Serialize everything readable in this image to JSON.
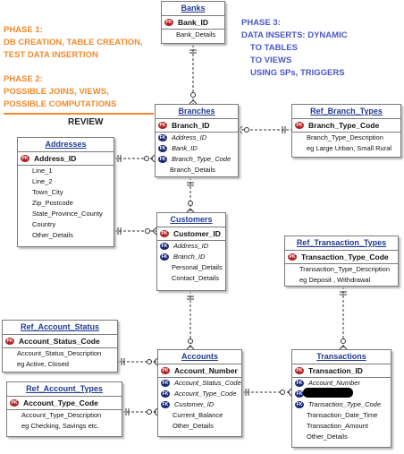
{
  "phase1": {
    "lines": [
      "PHASE 1:",
      "DB CREATION, TABLE CREATION,",
      "TEST DATA INSERTION"
    ],
    "color": "#f28a2c"
  },
  "phase2": {
    "lines": [
      "PHASE 2:",
      "POSSIBLE JOINS, VIEWS,",
      "POSSIBLE COMPUTATIONS"
    ],
    "color": "#f28a2c"
  },
  "phase3": {
    "lines": [
      "PHASE 3:",
      "DATA INSERTS: DYNAMIC",
      "TO TABLES",
      "TO VIEWS",
      "USING SPs, TRIGGERS"
    ],
    "color": "#4a57c7"
  },
  "review_label": "REVIEW",
  "badges": {
    "pk": "PK",
    "fk": "FK"
  },
  "colors": {
    "pk_badge": "#b22323",
    "fk_badge": "#1b2a7a",
    "title_text": "#1f3a93"
  },
  "entities": {
    "banks": {
      "title": "Banks",
      "key": [
        {
          "name": "Bank_ID",
          "badge": "pk"
        }
      ],
      "attrs": [
        {
          "name": "Bank_Details"
        }
      ]
    },
    "branches": {
      "title": "Branches",
      "key": [
        {
          "name": "Branch_ID",
          "badge": "pk"
        }
      ],
      "attrs": [
        {
          "name": "Address_ID",
          "badge": "fk",
          "italic": true
        },
        {
          "name": "Bank_ID",
          "badge": "fk",
          "italic": true
        },
        {
          "name": "Branch_Type_Code",
          "badge": "fk",
          "italic": true
        },
        {
          "name": "Branch_Details"
        }
      ]
    },
    "ref_branch_types": {
      "title": "Ref_Branch_Types",
      "key": [
        {
          "name": "Branch_Type_Code",
          "badge": "pk"
        }
      ],
      "attrs": [
        {
          "name": "Branch_Type_Description"
        },
        {
          "name": "eg Large Urban, Small Rural"
        }
      ]
    },
    "addresses": {
      "title": "Addresses",
      "key": [
        {
          "name": "Address_ID",
          "badge": "pk"
        }
      ],
      "attrs": [
        {
          "name": "Line_1"
        },
        {
          "name": "Line_2"
        },
        {
          "name": "Town_City"
        },
        {
          "name": "Zip_Postcode"
        },
        {
          "name": "State_Province_County"
        },
        {
          "name": "Country"
        },
        {
          "name": "Other_Details"
        }
      ]
    },
    "customers": {
      "title": "Customers",
      "key": [
        {
          "name": "Customer_ID",
          "badge": "pk"
        }
      ],
      "attrs": [
        {
          "name": "Address_ID",
          "badge": "fk",
          "italic": true
        },
        {
          "name": "Branch_ID",
          "badge": "fk",
          "italic": true
        },
        {
          "name": "Personal_Details"
        },
        {
          "name": "Contact_Details"
        }
      ]
    },
    "ref_transaction_types": {
      "title": "Ref_Transaction_Types",
      "key": [
        {
          "name": "Transaction_Type_Code",
          "badge": "pk"
        }
      ],
      "attrs": [
        {
          "name": "Transaction_Type_Description"
        },
        {
          "name": "eg Deposit , Withdrawal"
        }
      ]
    },
    "ref_account_status": {
      "title": "Ref_Account_Status",
      "key": [
        {
          "name": "Account_Status_Code",
          "badge": "pk"
        }
      ],
      "attrs": [
        {
          "name": "Account_Status_Description"
        },
        {
          "name": "eg Active, Closed"
        }
      ]
    },
    "ref_account_types": {
      "title": "Ref_Account_Types",
      "key": [
        {
          "name": "Account_Type_Code",
          "badge": "pk"
        }
      ],
      "attrs": [
        {
          "name": "Account_Type_Description"
        },
        {
          "name": "eg Checking, Savings etc."
        }
      ]
    },
    "accounts": {
      "title": "Accounts",
      "key": [
        {
          "name": "Account_Number",
          "badge": "pk"
        }
      ],
      "attrs": [
        {
          "name": "Account_Status_Code",
          "badge": "fk",
          "italic": true
        },
        {
          "name": "Account_Type_Code",
          "badge": "fk",
          "italic": true
        },
        {
          "name": "Customer_ID",
          "badge": "fk",
          "italic": true
        },
        {
          "name": "Current_Balance"
        },
        {
          "name": "Other_Details"
        }
      ]
    },
    "transactions": {
      "title": "Transactions",
      "key": [
        {
          "name": "Transaction_ID",
          "badge": "pk"
        }
      ],
      "attrs": [
        {
          "name": "Account_Number",
          "badge": "fk",
          "italic": true
        },
        {
          "name": "",
          "badge": "fk",
          "redacted": true
        },
        {
          "name": "Transaction_Type_Code",
          "badge": "fk",
          "italic": true
        },
        {
          "name": "Transaction_Date_Time"
        },
        {
          "name": "Transaction_Amount"
        },
        {
          "name": "Other_Details"
        }
      ]
    }
  }
}
